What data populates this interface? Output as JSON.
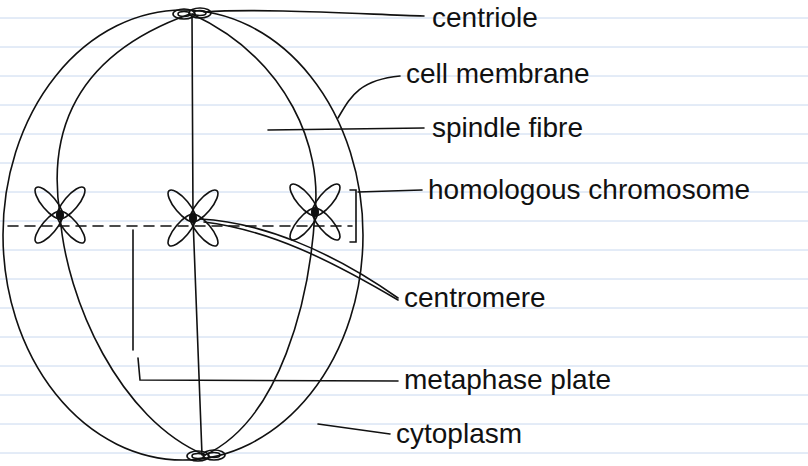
{
  "diagram": {
    "labels": [
      "centriole",
      "cell membrane",
      "spindle fibre",
      "homologous chromosome",
      "centromere",
      "metaphase plate",
      "cytoplasm"
    ]
  }
}
